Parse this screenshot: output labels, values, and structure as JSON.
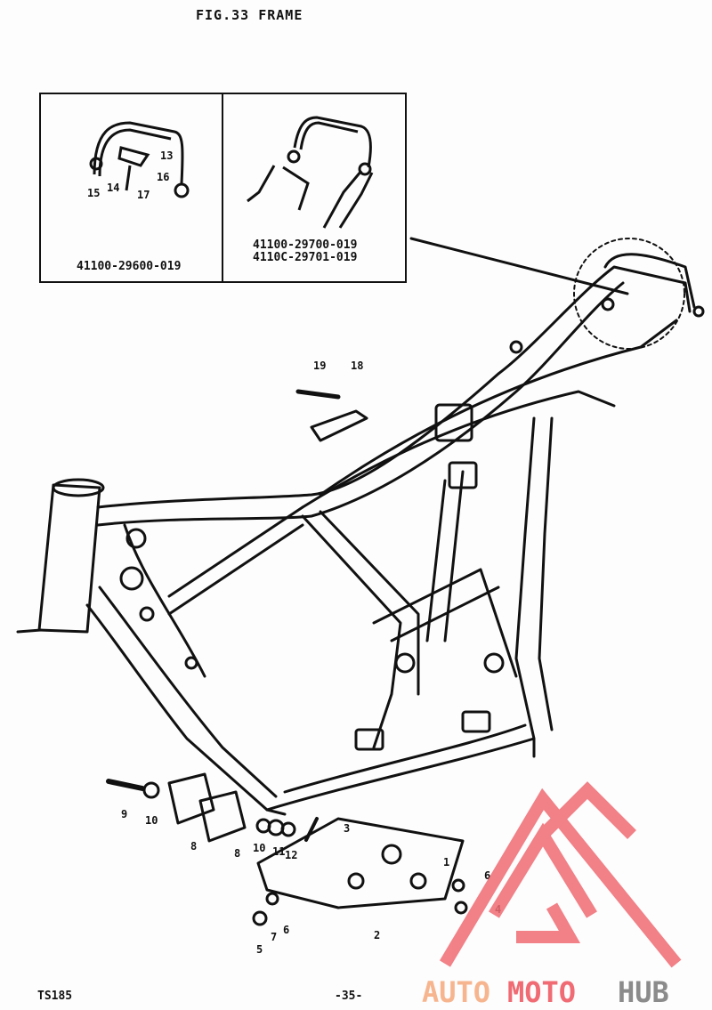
{
  "figure": {
    "title": "FIG.33  FRAME"
  },
  "inset": {
    "left_part_number": "41100-29600-019",
    "right_part_numbers": [
      "41100-29700-019",
      "4110C-29701-019"
    ],
    "left_callouts": [
      "13",
      "14",
      "15",
      "16",
      "17"
    ]
  },
  "callouts": {
    "c1": "1",
    "c2": "2",
    "c3": "3",
    "c4": "4",
    "c5": "5",
    "c6a": "6",
    "c6b": "6",
    "c7": "7",
    "c8a": "8",
    "c8b": "8",
    "c9": "9",
    "c10a": "10",
    "c10b": "10",
    "c11": "11",
    "c12": "12",
    "c18": "18",
    "c19": "19"
  },
  "footer": {
    "model": "TS185",
    "page": "-35-"
  },
  "watermark": {
    "auto": "AUTO",
    "moto": "MOTO",
    "hub": "HUB",
    "colors": {
      "auto": "#f6b58e",
      "moto": "#f06b73",
      "hub": "#8b8b8b",
      "triangle": "#f06b73"
    }
  }
}
